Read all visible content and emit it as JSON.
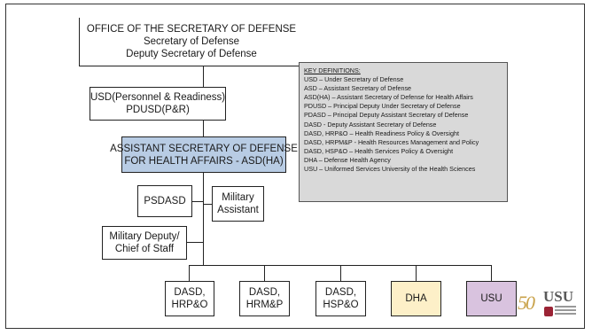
{
  "org_chart": {
    "osd": {
      "lines": [
        "OFFICE OF THE SECRETARY OF DEFENSE",
        "Secretary of Defense",
        "Deputy Secretary of Defense"
      ]
    },
    "usd": {
      "lines": [
        "USD(Personnel & Readiness)",
        "PDUSD(P&R)"
      ]
    },
    "asd": {
      "lines": [
        "ASSISTANT SECRETARY OF DEFENSE",
        "FOR HEALTH AFFAIRS - ASD(HA)"
      ],
      "fill": "#b8cce4"
    },
    "psdasd": {
      "lines": [
        "PSDASD"
      ]
    },
    "mil_assistant": {
      "lines": [
        "Military",
        "Assistant"
      ]
    },
    "mil_deputy": {
      "lines": [
        "Military Deputy/",
        "Chief of Staff"
      ]
    },
    "dasd_hrpo": {
      "lines": [
        "DASD,",
        "HRP&O"
      ]
    },
    "dasd_hrmp": {
      "lines": [
        "DASD,",
        "HRM&P"
      ]
    },
    "dasd_hspo": {
      "lines": [
        "DASD,",
        "HSP&O"
      ]
    },
    "dha": {
      "lines": [
        "DHA"
      ],
      "fill": "#fdf0c8"
    },
    "usu": {
      "lines": [
        "USU"
      ],
      "fill": "#d9c3df"
    }
  },
  "key_definitions": {
    "heading": "KEY DEFINITIONS:",
    "items": [
      "USD – Under Secretary of Defense",
      "ASD – Assistant Secretary of Defense",
      "ASD(HA) – Assistant Secretary of Defense for Health Affairs",
      "PDUSD – Principal Deputy Under Secretary of Defense",
      "PDASD – Principal Deputy Assistant Secretary of Defense",
      "DASD - Deputy Assistant Secretary of Defense",
      "DASD, HRP&O – Health Readiness Policy & Oversight",
      "DASD, HRPM&P - Health Resources Management and Policy",
      "DASD, HSP&O – Health Services Policy & Oversight",
      "DHA – Defense Health Agency",
      "USU – Uniformed Services University of the Health Sciences"
    ]
  },
  "logo": {
    "text": "50 USU",
    "icon": "usu-50th-anniversary-logo"
  }
}
